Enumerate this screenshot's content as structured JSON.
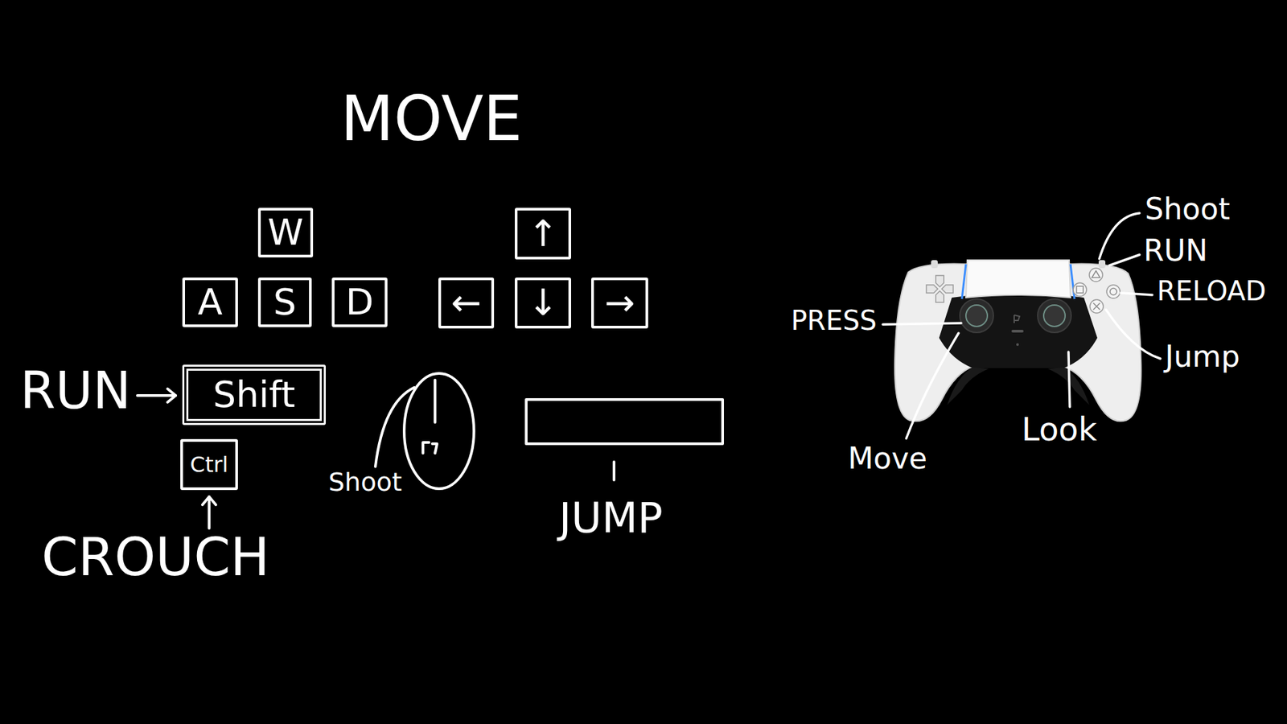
{
  "diagram": {
    "title": "MOVE",
    "nodes": [
      {
        "text": [
          "W"
        ]
      },
      {
        "text": [
          "A"
        ]
      },
      {
        "text": [
          "S"
        ]
      },
      {
        "text": [
          "D"
        ]
      },
      {
        "text": [
          "↑"
        ]
      },
      {
        "text": [
          "←"
        ]
      },
      {
        "text": [
          "↓"
        ]
      },
      {
        "text": [
          "→"
        ]
      },
      {
        "text": [
          "Shift"
        ]
      },
      {
        "text": [
          "Ctrl"
        ]
      }
    ],
    "labels": [
      "RUN",
      "CROUCH",
      "Shoot",
      "JUMP",
      "Shoot",
      "RUN",
      "RELOAD",
      "Jump",
      "PRESS",
      "Move",
      "Look"
    ]
  }
}
